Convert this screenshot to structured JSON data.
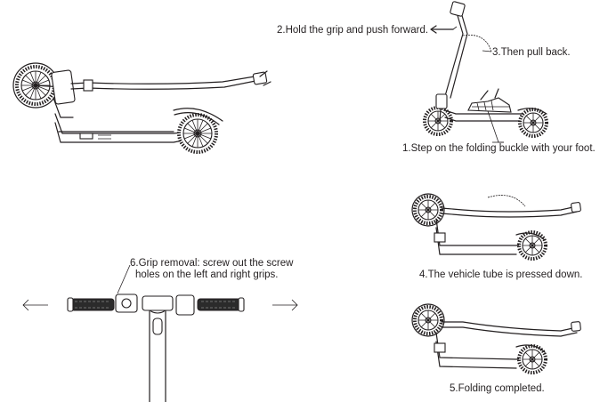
{
  "steps": {
    "step1": "1.Step on the folding buckle with your foot.",
    "step2": "2.Hold the grip and push forward.",
    "step3": "3.Then pull back.",
    "step4": "4.The vehicle tube is pressed down.",
    "step5": "5.Folding completed.",
    "step6_line1": "6.Grip removal: screw out the screw",
    "step6_line2": "holes on the left and right grips."
  },
  "icons": {
    "left_arrow": "arrow-left-icon",
    "right_arrow": "arrow-right-icon"
  },
  "colors": {
    "line": "#231f20",
    "background": "#ffffff"
  }
}
